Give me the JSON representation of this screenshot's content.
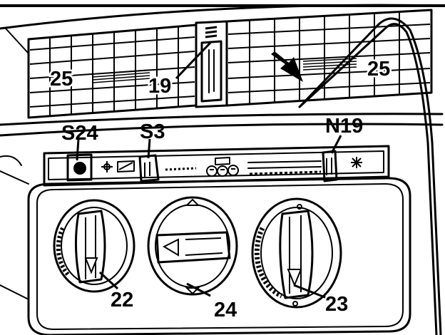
{
  "figure": {
    "labels": {
      "vent_left": "25",
      "vent_right": "25",
      "vent_center": "19",
      "switch_s24": "S24",
      "switch_s3": "S3",
      "slider_n19": "N19",
      "knob_left": "22",
      "knob_center": "24",
      "knob_right": "23"
    },
    "colors": {
      "ink": "#000000",
      "paper": "#ffffff"
    }
  }
}
